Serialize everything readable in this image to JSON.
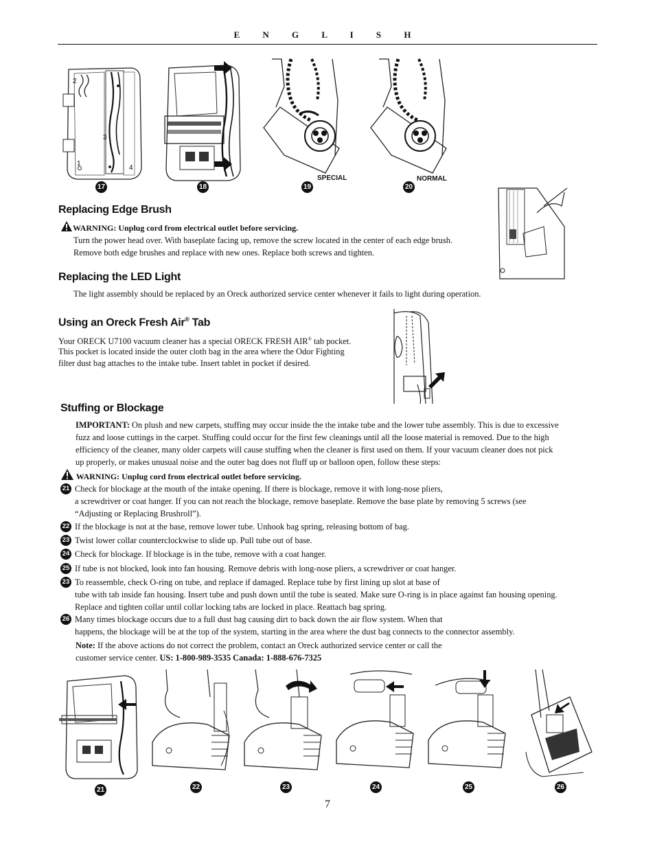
{
  "header": {
    "language": "E N G L I S H"
  },
  "top_figures": [
    {
      "num": "17",
      "caption": ""
    },
    {
      "num": "18",
      "caption": ""
    },
    {
      "num": "19",
      "caption": "SPECIAL"
    },
    {
      "num": "20",
      "caption": "NORMAL"
    }
  ],
  "fig17_labels": [
    "2",
    "3",
    "1",
    "4"
  ],
  "edge_brush": {
    "title": "Replacing Edge Brush",
    "warning": "WARNING: Unplug cord from electrical outlet before servicing.",
    "body_line1": "Turn the power head over. With baseplate facing up, remove the screw located in the center of each edge brush.",
    "body_line2": "Remove both edge brushes and replace with new ones. Replace both screws and tighten."
  },
  "led": {
    "title": "Replacing the LED Light",
    "body": "The light assembly should be replaced by an Oreck authorized service center whenever it fails to light during operation."
  },
  "fresh_air": {
    "title": "Using an Oreck Fresh Air",
    "title_reg": "®",
    "title_tail": " Tab",
    "line1a": "Your ORECK U7100 vacuum cleaner has a special ORECK FRESH AIR",
    "line1_reg": "®",
    "line1b": " tab pocket.",
    "line2": "This pocket is located inside the outer cloth bag in the area where the Odor Fighting",
    "line3": "filter dust bag attaches to the intake tube. Insert tablet in pocket if desired."
  },
  "stuffing": {
    "title": "Stuffing or Blockage",
    "important_label": "IMPORTANT:",
    "important_lines": [
      " On plush and new carpets, stuffing may occur inside the the intake tube and the lower tube assembly. This is due to excessive",
      "fuzz and loose cuttings in the carpet. Stuffing could occur for the first few cleanings until all the loose material is removed. Due to the high",
      "efficiency of the cleaner, many older carpets will cause stuffing when the cleaner is first used on them. If your vacuum cleaner does not pick",
      "up properly, or makes unusual noise and the outer bag does not fluff up or balloon open, follow these steps:"
    ],
    "warning": "WARNING: Unplug cord from electrical outlet before servicing.",
    "steps": [
      {
        "num": "21",
        "lines": [
          "Check for blockage at the mouth of the intake opening. If there is blockage, remove it with long-nose pliers,",
          "a screwdriver or coat hanger. If you can not reach the blockage, remove baseplate. Remove the base plate by removing 5 screws (see",
          "“Adjusting or Replacing Brushroll”)."
        ]
      },
      {
        "num": "22",
        "lines": [
          "If the blockage is not at the base, remove lower tube. Unhook bag spring, releasing bottom of bag."
        ]
      },
      {
        "num": "23",
        "lines": [
          "Twist lower collar counterclockwise to slide up. Pull tube out of base."
        ]
      },
      {
        "num": "24",
        "lines": [
          "Check for blockage. If blockage is in the tube, remove with a coat hanger."
        ]
      },
      {
        "num": "25",
        "lines": [
          "If tube is not blocked, look into fan housing. Remove debris with long-nose pliers, a screwdriver or coat hanger."
        ]
      },
      {
        "num": "23",
        "lines": [
          "To reassemble, check O-ring on tube, and replace if damaged. Replace tube by first lining up slot at base of",
          "tube with tab inside fan housing. Insert tube and push down until the tube is seated. Make sure O-ring is in place against fan housing opening.",
          "Replace and tighten collar until collar locking tabs are locked in place. Reattach bag spring."
        ]
      },
      {
        "num": "26",
        "lines": [
          "Many times blockage occurs due to a full dust bag causing dirt to back down the air flow system. When that",
          "happens, the blockage will be at the top of the system, starting in the area where the dust bag connects to the connector assembly."
        ]
      }
    ],
    "note_label": "Note:",
    "note_line1": " If the above actions do not correct the problem, contact an Oreck authorized service center or call the",
    "note_line2a": "customer service center.  ",
    "note_line2b": "US: 1-800-989-3535  Canada: 1-888-676-7325"
  },
  "bottom_figures": [
    "21",
    "22",
    "23",
    "24",
    "25",
    "26"
  ],
  "page_number": "7"
}
